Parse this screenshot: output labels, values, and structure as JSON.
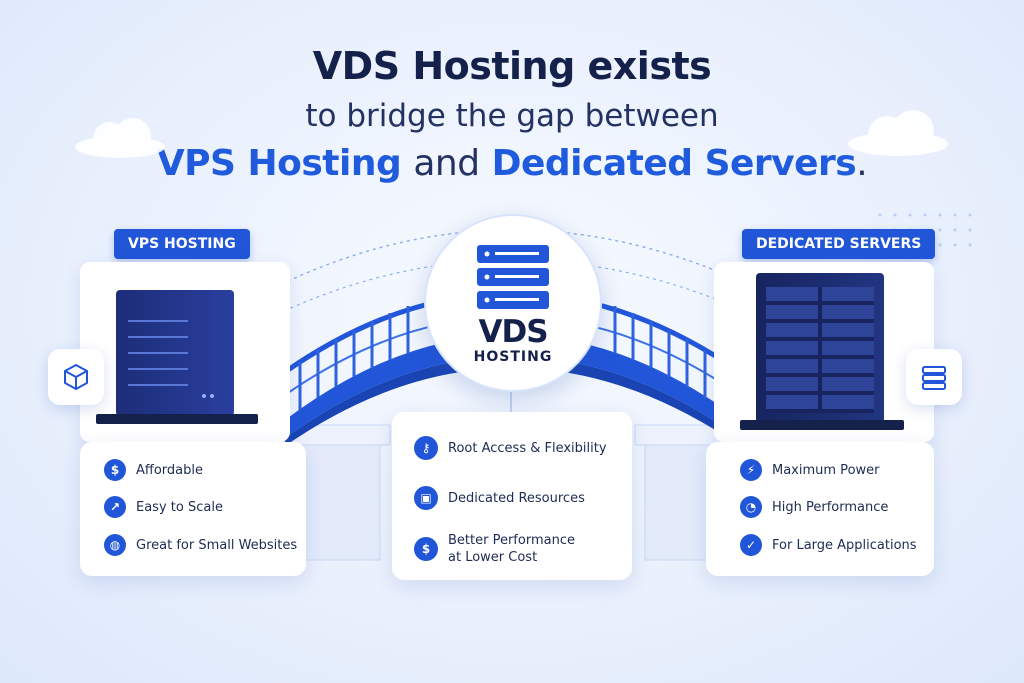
{
  "title": {
    "line1": "VDS Hosting exists",
    "line2": "to bridge the gap between",
    "line3_part1": "VPS Hosting",
    "line3_part2": "and",
    "line3_part3": "Dedicated Servers",
    "line3_end": "."
  },
  "center": {
    "name": "VDS",
    "sub": "HOSTING"
  },
  "vps": {
    "tag": "VPS HOSTING",
    "features": [
      {
        "icon": "dollar-icon",
        "label": "Affordable"
      },
      {
        "icon": "trend-up-icon",
        "label": "Easy to Scale"
      },
      {
        "icon": "globe-icon",
        "label": "Great for Small Websites"
      }
    ]
  },
  "vds": {
    "features": [
      {
        "icon": "key-icon",
        "label": "Root Access & Flexibility"
      },
      {
        "icon": "cpu-icon",
        "label": "Dedicated Resources"
      },
      {
        "icon": "dollar-icon",
        "label_line1": "Better Performance",
        "label_line2": "at Lower Cost"
      }
    ]
  },
  "dedicated": {
    "tag": "DEDICATED SERVERS",
    "features": [
      {
        "icon": "bolt-icon",
        "label": "Maximum Power"
      },
      {
        "icon": "gauge-icon",
        "label": "High Performance"
      },
      {
        "icon": "shield-icon",
        "label": "For Large Applications"
      }
    ]
  },
  "colors": {
    "accent": "#2156d9",
    "navy": "#14214a",
    "server": "#1b2a6b"
  }
}
